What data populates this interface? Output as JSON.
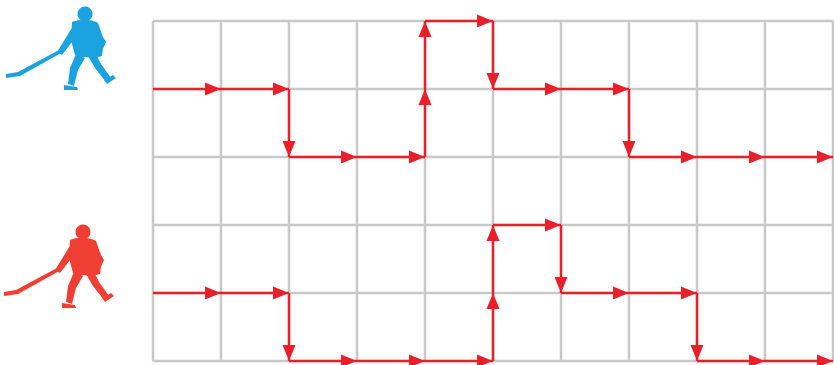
{
  "colors": {
    "background": "#ffffff",
    "grid": "#c8c8c8",
    "path": "#e8202a",
    "player_top": "#1aa3df",
    "player_bottom": "#ef3e33"
  },
  "grid": {
    "columns": 10,
    "rows": 5
  },
  "players": [
    {
      "name": "hockey-player-blue-icon",
      "color": "#1aa3df"
    },
    {
      "name": "hockey-player-red-icon",
      "color": "#ef3e33"
    }
  ],
  "paths": [
    {
      "name": "top-path",
      "moves": [
        "R",
        "R",
        "D",
        "R",
        "R",
        "U",
        "U",
        "R",
        "D",
        "R",
        "R",
        "D",
        "R",
        "R",
        "R"
      ]
    },
    {
      "name": "bottom-path",
      "moves": [
        "R",
        "R",
        "D",
        "R",
        "R",
        "R",
        "U",
        "U",
        "R",
        "D",
        "R",
        "R",
        "D",
        "R",
        "R"
      ]
    }
  ]
}
